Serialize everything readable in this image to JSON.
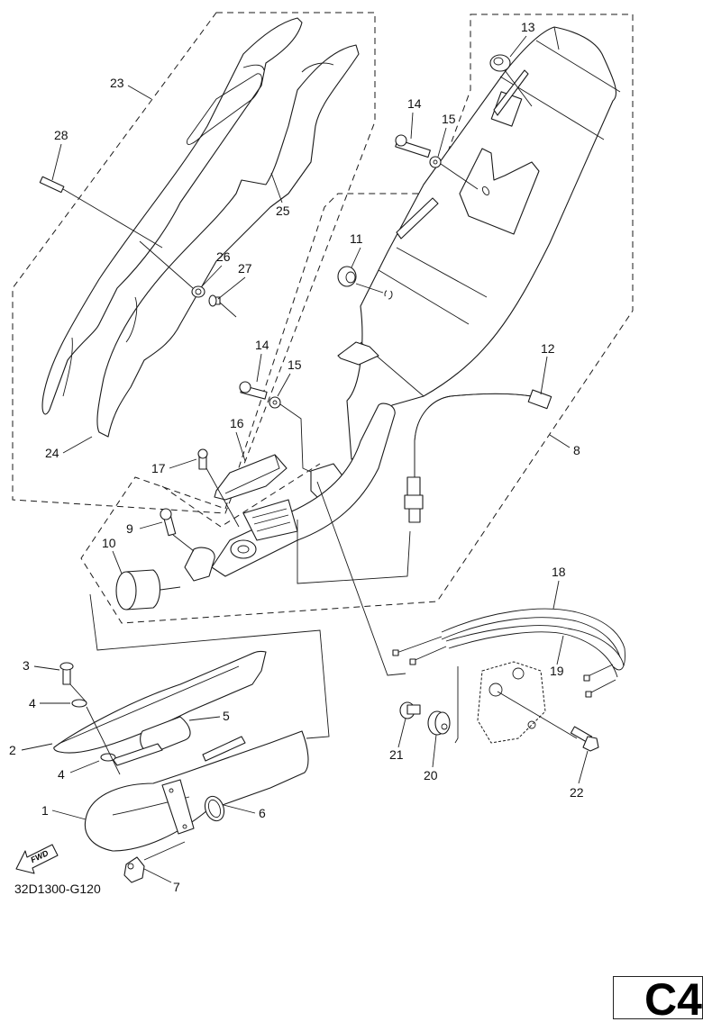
{
  "diagram": {
    "type": "exploded-parts-diagram",
    "subject": "Exhaust system",
    "drawing_code": "32D1300-G120",
    "page_tag": "C4",
    "direction_marker": "FWD",
    "callouts": [
      {
        "id": "1",
        "text": "1",
        "part": "exhaust-pipe"
      },
      {
        "id": "2",
        "text": "2",
        "part": "exhaust-pipe-protector"
      },
      {
        "id": "3",
        "text": "3",
        "part": "bolt"
      },
      {
        "id": "4a",
        "text": "4",
        "part": "washer"
      },
      {
        "id": "4b",
        "text": "4",
        "part": "washer"
      },
      {
        "id": "5",
        "text": "5",
        "part": "damper"
      },
      {
        "id": "6",
        "text": "6",
        "part": "gasket"
      },
      {
        "id": "7",
        "text": "7",
        "part": "flange-nut"
      },
      {
        "id": "8",
        "text": "8",
        "part": "muffler-assembly"
      },
      {
        "id": "9",
        "text": "9",
        "part": "bolt"
      },
      {
        "id": "10",
        "text": "10",
        "part": "joint-gasket"
      },
      {
        "id": "11",
        "text": "11",
        "part": "grommet"
      },
      {
        "id": "12",
        "text": "12",
        "part": "oxygen-sensor"
      },
      {
        "id": "13",
        "text": "13",
        "part": "grommet"
      },
      {
        "id": "14a",
        "text": "14",
        "part": "bolt"
      },
      {
        "id": "15a",
        "text": "15",
        "part": "washer"
      },
      {
        "id": "14b",
        "text": "14",
        "part": "bolt"
      },
      {
        "id": "15b",
        "text": "15",
        "part": "washer"
      },
      {
        "id": "16",
        "text": "16",
        "part": "exhaust-valve-cover"
      },
      {
        "id": "17",
        "text": "17",
        "part": "bolt"
      },
      {
        "id": "18",
        "text": "18",
        "part": "valve-cable-1"
      },
      {
        "id": "19",
        "text": "19",
        "part": "valve-cable-2"
      },
      {
        "id": "20",
        "text": "20",
        "part": "damper"
      },
      {
        "id": "21",
        "text": "21",
        "part": "collar"
      },
      {
        "id": "22",
        "text": "22",
        "part": "bolt"
      },
      {
        "id": "23",
        "text": "23",
        "part": "side-cover-assembly"
      },
      {
        "id": "24",
        "text": "24",
        "part": "side-cover"
      },
      {
        "id": "25",
        "text": "25",
        "part": "side-cover-inner"
      },
      {
        "id": "26",
        "text": "26",
        "part": "damper"
      },
      {
        "id": "27",
        "text": "27",
        "part": "collar"
      },
      {
        "id": "28",
        "text": "28",
        "part": "bolt"
      }
    ]
  }
}
